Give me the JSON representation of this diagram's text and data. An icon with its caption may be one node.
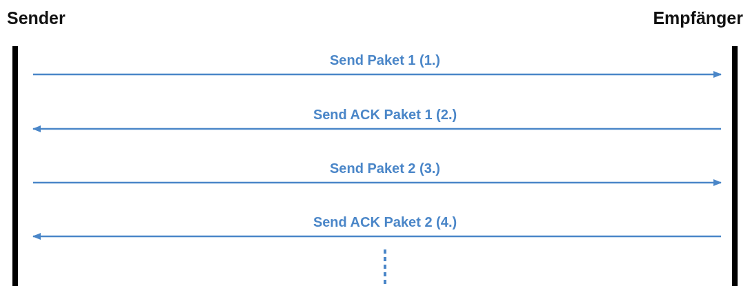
{
  "diagram": {
    "nodes": [
      {
        "text": [
          "Sender"
        ]
      },
      {
        "text": [
          "Empfänger"
        ]
      }
    ],
    "edges": [
      {
        "from": 0,
        "to": 1,
        "arrow": "to",
        "label": "Send Paket 1 (1.)"
      },
      {
        "from": 1,
        "to": 0,
        "arrow": "to",
        "label": "Send ACK Paket 1 (2.)"
      },
      {
        "from": 0,
        "to": 1,
        "arrow": "to",
        "label": "Send Paket 2 (3.)"
      },
      {
        "from": 1,
        "to": 0,
        "arrow": "to",
        "label": "Send ACK Paket 2 (4.)"
      }
    ]
  }
}
